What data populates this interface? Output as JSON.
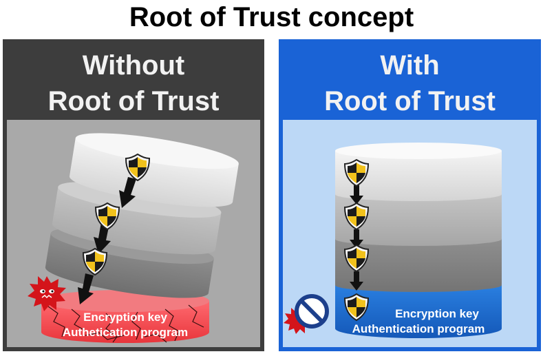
{
  "title": "Root of Trust concept",
  "panels": {
    "without": {
      "heading_line1": "Without",
      "heading_line2": "Root of Trust",
      "disk_text_line1": "Encryption key",
      "disk_text_line2": "Authetication program"
    },
    "with": {
      "heading_line1": "With",
      "heading_line2": "Root of Trust",
      "disk_text_line1": "Encryption key",
      "disk_text_line2": "Authentication program"
    }
  },
  "icons": {
    "shield": "shield-icon",
    "arrow": "down-arrow-icon",
    "malware": "malware-icon",
    "prohibited": "prohibited-icon"
  },
  "colors": {
    "left_panel": "#3d3d3d",
    "right_panel": "#1a63d6",
    "left_inner": "#a9a9a9",
    "right_inner": "#bcd8f6",
    "broken_disk": "#f0555a",
    "root_disk": "#1f6fcf"
  }
}
